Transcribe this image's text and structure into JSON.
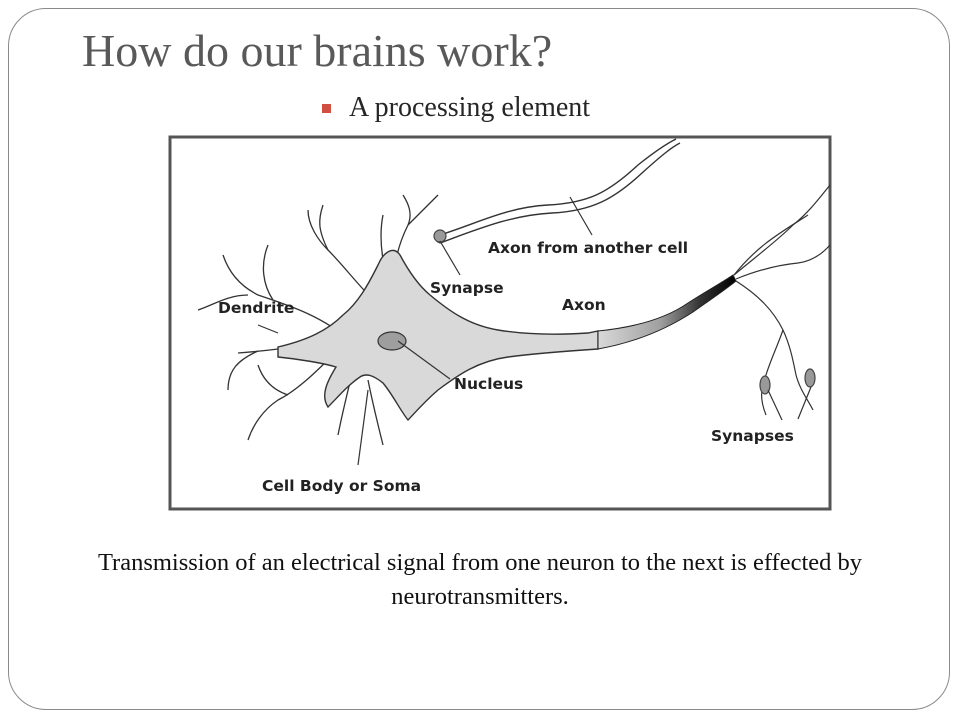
{
  "slide": {
    "title": "How do our brains work?",
    "bullet": "A processing element",
    "caption": "Transmission of an electrical signal from one neuron to the next is effected by neurotransmitters."
  },
  "diagram": {
    "labels": {
      "axon_from_another_cell": "Axon from another cell",
      "synapse": "Synapse",
      "axon": "Axon",
      "dendrite": "Dendrite",
      "nucleus": "Nucleus",
      "synapses": "Synapses",
      "cell_body": "Cell Body or Soma"
    }
  },
  "colors": {
    "title": "#595959",
    "bullet_marker": "#d04f40",
    "frame_border": "#8a8a8a",
    "soma_fill": "#d9d9d9"
  }
}
